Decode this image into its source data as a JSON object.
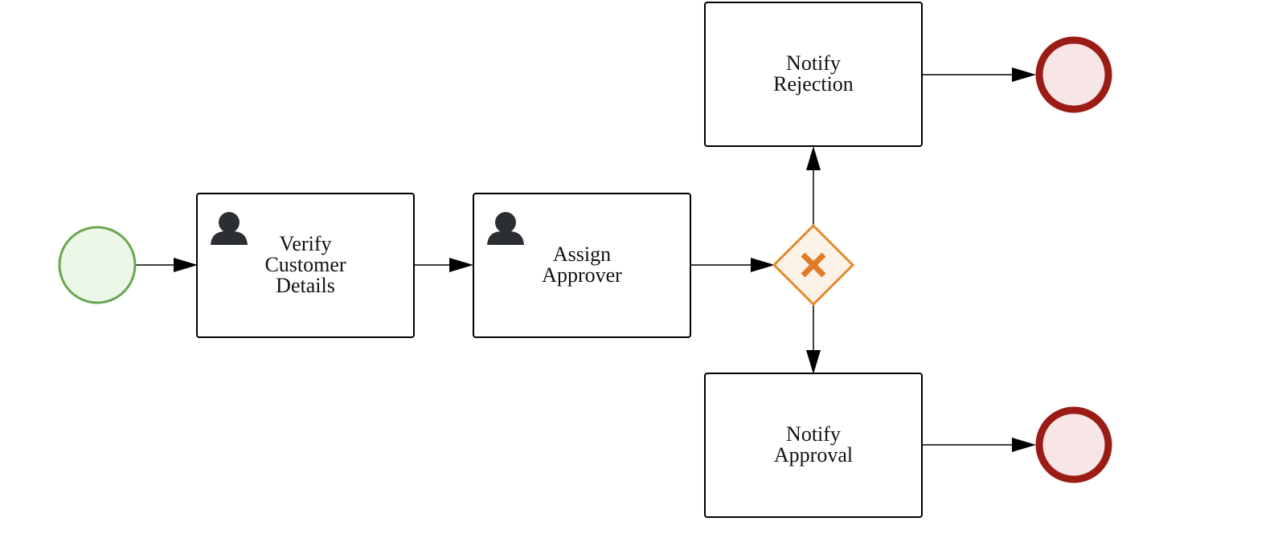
{
  "colors": {
    "start_stroke": "#6aa84f",
    "start_fill": "#edf7e8",
    "end_stroke": "#9b1c15",
    "end_fill": "#f8e5e5",
    "gateway_stroke": "#e08a2c",
    "gateway_fill": "#fdf2e7",
    "gateway_marker": "#e07c28"
  },
  "tasks": {
    "verify": {
      "line1": "Verify",
      "line2": "Customer",
      "line3": "Details",
      "icon": "user-icon"
    },
    "assign": {
      "line1": "Assign",
      "line2": "Approver",
      "icon": "user-icon"
    },
    "rejection": {
      "line1": "Notify",
      "line2": "Rejection"
    },
    "approval": {
      "line1": "Notify",
      "line2": "Approval"
    }
  },
  "gateway": {
    "type": "exclusive",
    "icon": "x-icon"
  }
}
